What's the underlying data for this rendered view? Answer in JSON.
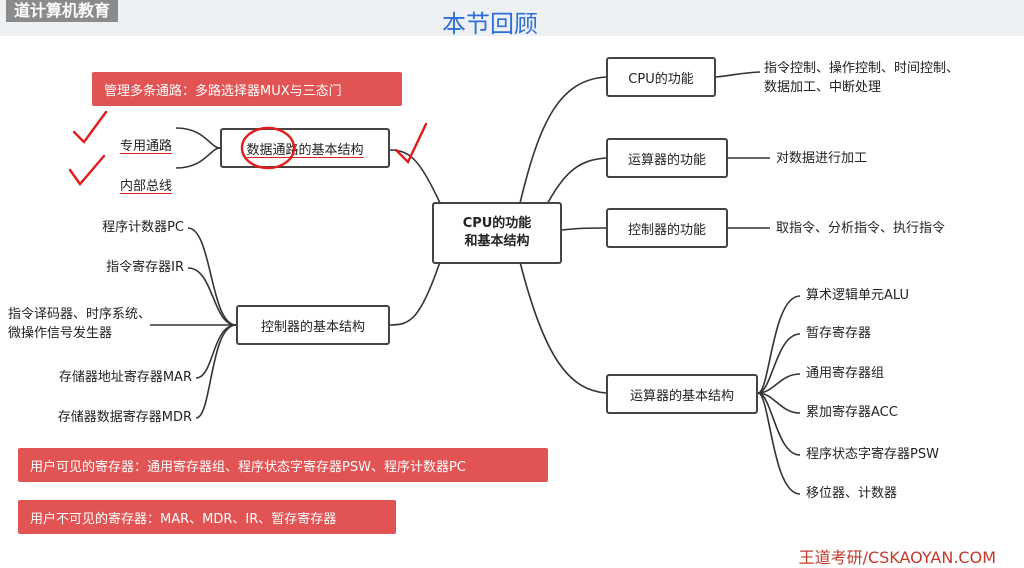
{
  "header": {
    "brand": "道计算机教育",
    "title": "本节回顾"
  },
  "center": {
    "label": "CPU的功能\n和基本结构"
  },
  "right": {
    "cpu_func": {
      "label": "CPU的功能",
      "leaf": "指令控制、操作控制、时间控制、\n数据加工、中断处理"
    },
    "alu_func": {
      "label": "运算器的功能",
      "leaf": "对数据进行加工"
    },
    "cu_func": {
      "label": "控制器的功能",
      "leaf": "取指令、分析指令、执行指令"
    },
    "alu_struct": {
      "label": "运算器的基本结构",
      "leaves": [
        "算术逻辑单元ALU",
        "暂存寄存器",
        "通用寄存器组",
        "累加寄存器ACC",
        "程序状态字寄存器PSW",
        "移位器、计数器"
      ]
    }
  },
  "left": {
    "datapath": {
      "label": "数据通路的基本结构",
      "leaves": [
        "专用通路",
        "内部总线"
      ]
    },
    "cu_struct": {
      "label": "控制器的基本结构",
      "leaves": [
        "程序计数器PC",
        "指令寄存器IR",
        "指令译码器、时序系统、\n微操作信号发生器",
        "存储器地址寄存器MAR",
        "存储器数据寄存器MDR"
      ]
    }
  },
  "notes": {
    "mux": "管理多条通路：多路选择器MUX与三态门",
    "visible": "用户可见的寄存器：通用寄存器组、程序状态字寄存器PSW、程序计数器PC",
    "invisible": "用户不可见的寄存器：MAR、MDR、IR、暂存寄存器"
  },
  "footer": "王道考研/CSKAOYAN.COM"
}
